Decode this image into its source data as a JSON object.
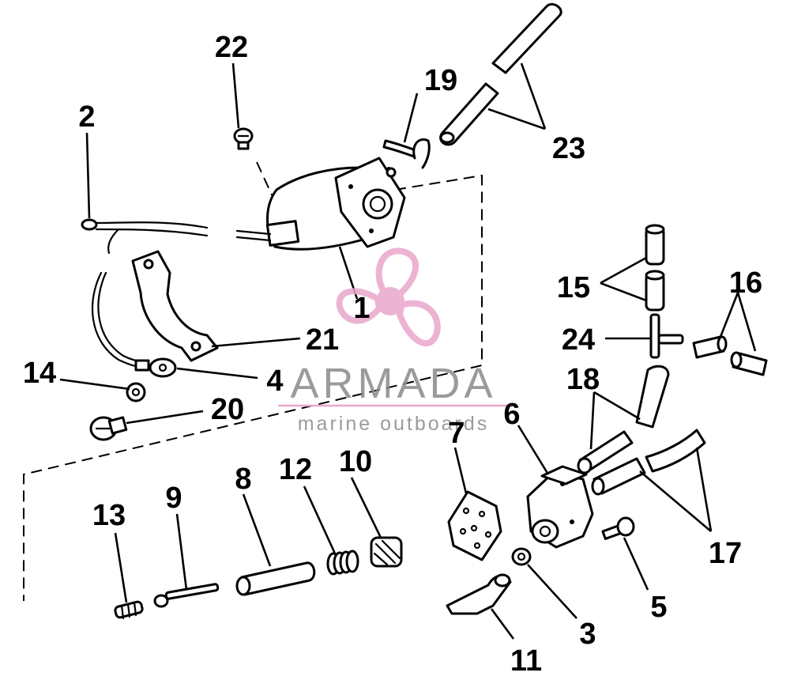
{
  "watermark": {
    "brand": "ARMADA",
    "tagline": "marine outboards"
  },
  "colors": {
    "line_art": "#000000",
    "watermark_pink": "#e9a6cc",
    "watermark_text": "#8a8a8a"
  },
  "callouts": {
    "c1": "1",
    "c2": "2",
    "c3": "3",
    "c4": "4",
    "c5": "5",
    "c6": "6",
    "c7": "7",
    "c8": "8",
    "c9": "9",
    "c10": "10",
    "c11": "11",
    "c12": "12",
    "c13": "13",
    "c14": "14",
    "c15": "15",
    "c16": "16",
    "c17": "17",
    "c18": "18",
    "c19": "19",
    "c20": "20",
    "c21": "21",
    "c22": "22",
    "c23": "23",
    "c24": "24"
  }
}
